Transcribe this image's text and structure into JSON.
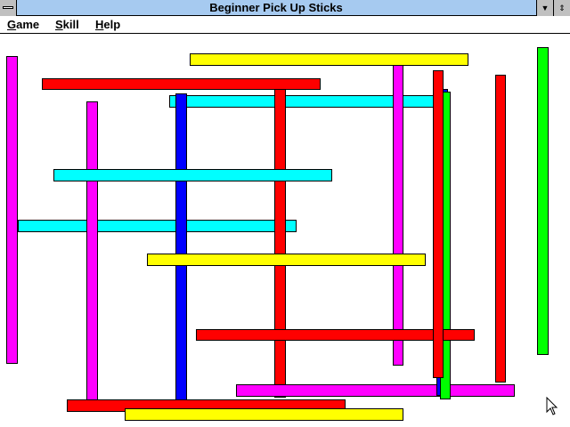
{
  "window": {
    "title": "Beginner Pick Up Sticks"
  },
  "menu": [
    {
      "label": "Game"
    },
    {
      "label": "Skill"
    },
    {
      "label": "Help"
    }
  ],
  "palette": {
    "red": "#ff0000",
    "yellow": "#ffff00",
    "cyan": "#00ffff",
    "magenta": "#ff00ff",
    "blue": "#0000ff",
    "green": "#00ff00",
    "titlebar": "#a6caf0"
  },
  "sticks": [
    {
      "color": "cyan"
    },
    {
      "color": "magenta"
    },
    {
      "color": "cyan"
    },
    {
      "color": "magenta"
    },
    {
      "color": "blue"
    },
    {
      "color": "red"
    },
    {
      "color": "cyan"
    },
    {
      "color": "magenta"
    },
    {
      "color": "red"
    },
    {
      "color": "yellow"
    },
    {
      "color": "magenta"
    },
    {
      "color": "yellow"
    },
    {
      "color": "yellow"
    },
    {
      "color": "blue"
    },
    {
      "color": "green"
    },
    {
      "color": "red"
    },
    {
      "color": "red"
    },
    {
      "color": "red"
    },
    {
      "color": "green"
    },
    {
      "color": "red"
    }
  ]
}
